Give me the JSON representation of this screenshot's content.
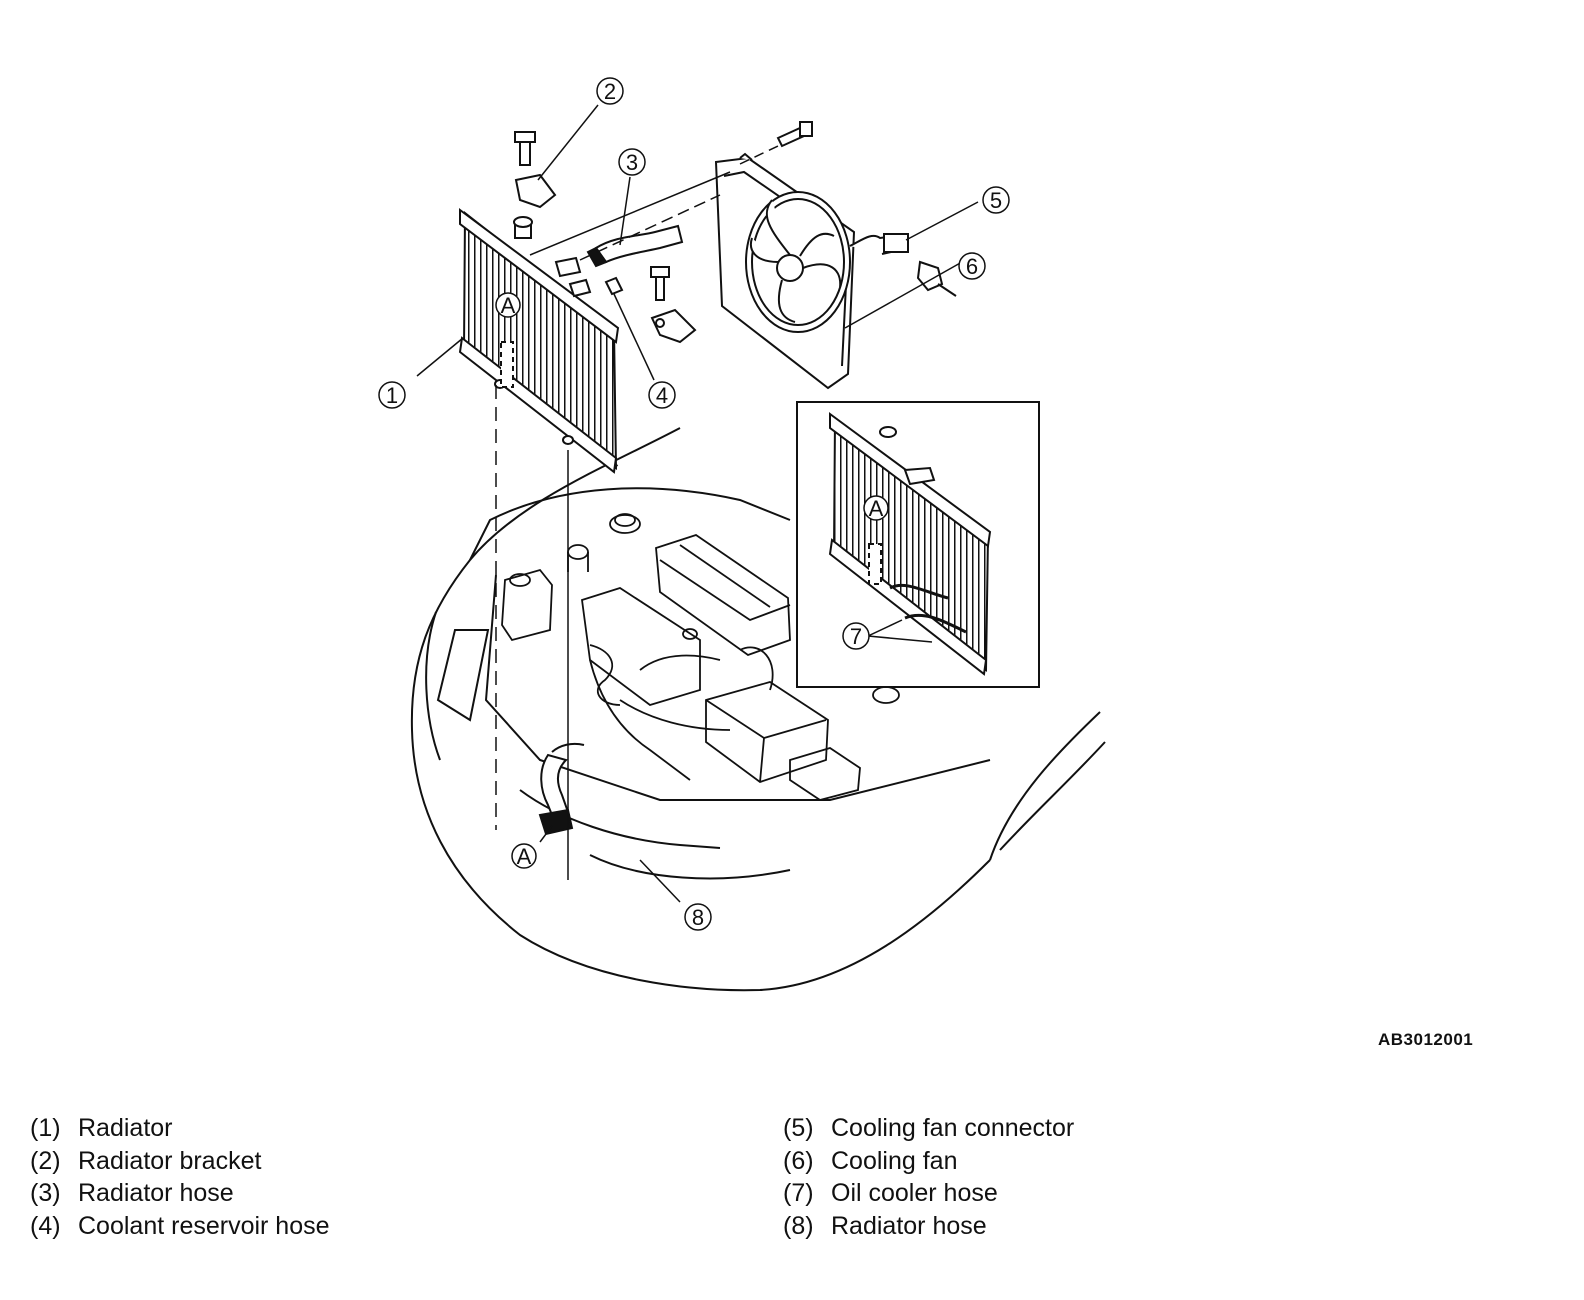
{
  "drawing_id": "AB3012001",
  "callouts": {
    "c1": "1",
    "c2": "2",
    "c3": "3",
    "c4": "4",
    "c5": "5",
    "c6": "6",
    "c7": "7",
    "c8": "8",
    "a_main": "A",
    "a_inset": "A",
    "a_hose": "A"
  },
  "legend": {
    "left": [
      {
        "num": "(1)",
        "label": "Radiator"
      },
      {
        "num": "(2)",
        "label": "Radiator bracket"
      },
      {
        "num": "(3)",
        "label": "Radiator hose"
      },
      {
        "num": "(4)",
        "label": "Coolant reservoir hose"
      }
    ],
    "right": [
      {
        "num": "(5)",
        "label": "Cooling fan connector"
      },
      {
        "num": "(6)",
        "label": "Cooling fan"
      },
      {
        "num": "(7)",
        "label": "Oil cooler hose"
      },
      {
        "num": "(8)",
        "label": "Radiator hose"
      }
    ]
  }
}
